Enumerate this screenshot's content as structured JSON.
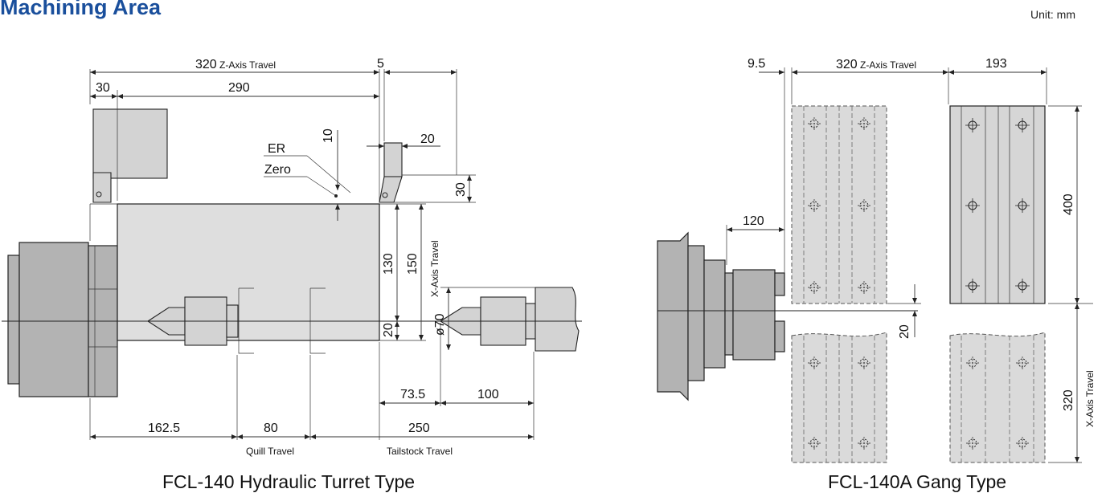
{
  "title": "Machining Area",
  "unit": "Unit: mm",
  "left": {
    "caption": "FCL-140 Hydraulic Turret Type",
    "dims": {
      "z_travel_value": "320",
      "z_travel_text": "Z-Axis Travel",
      "d5": "5",
      "d30": "30",
      "d290": "290",
      "d10": "10",
      "er": "ER",
      "zero": "Zero",
      "d20_top": "20",
      "d30_right": "30",
      "d130": "130",
      "d150": "150",
      "x_axis_travel": "X-Axis Travel",
      "dia70": "ø70",
      "d20_bottom": "20",
      "d73_5": "73.5",
      "d100": "100",
      "d162_5": "162.5",
      "d80": "80",
      "d250": "250",
      "quill_travel": "Quill Travel",
      "tailstock_travel": "Tailstock Travel"
    }
  },
  "right": {
    "caption": "FCL-140A Gang Type",
    "dims": {
      "d9_5": "9.5",
      "z_travel_value": "320",
      "z_travel_text": "Z-Axis Travel",
      "d193": "193",
      "d120": "120",
      "d400": "400",
      "d20": "20",
      "d320": "320",
      "x_axis_travel": "X-Axis Travel"
    }
  },
  "icons": [
    "arrowhead-icon",
    "bolt-hole-icon"
  ],
  "colors": {
    "title": "#1a4f9c",
    "part_fill": "#b3b3b3",
    "zone_fill": "#dedede"
  }
}
